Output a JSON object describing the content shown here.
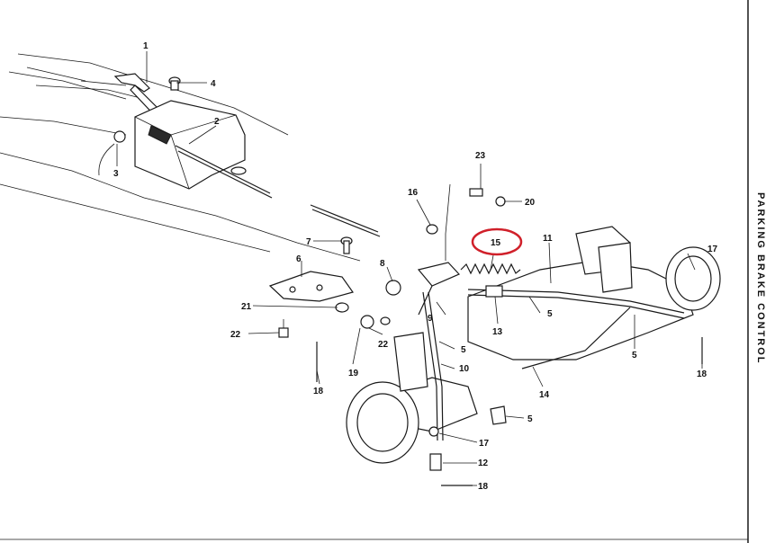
{
  "side_title": "PARKING BRAKE CONTROL",
  "callouts": {
    "c1": "1",
    "c2": "2",
    "c3": "3",
    "c4": "4",
    "c5a": "5",
    "c5b": "5",
    "c5c": "5",
    "c5d": "5",
    "c6": "6",
    "c7": "7",
    "c8": "8",
    "c9": "9",
    "c10": "10",
    "c11": "11",
    "c12": "12",
    "c13": "13",
    "c14": "14",
    "c15": "15",
    "c16": "16",
    "c17a": "17",
    "c17b": "17",
    "c18a": "18",
    "c18b": "18",
    "c18c": "18",
    "c19": "19",
    "c20": "20",
    "c21": "21",
    "c22a": "22",
    "c22b": "22",
    "c23": "23"
  },
  "highlight": {
    "callout": "15",
    "color": "#d0202a"
  }
}
